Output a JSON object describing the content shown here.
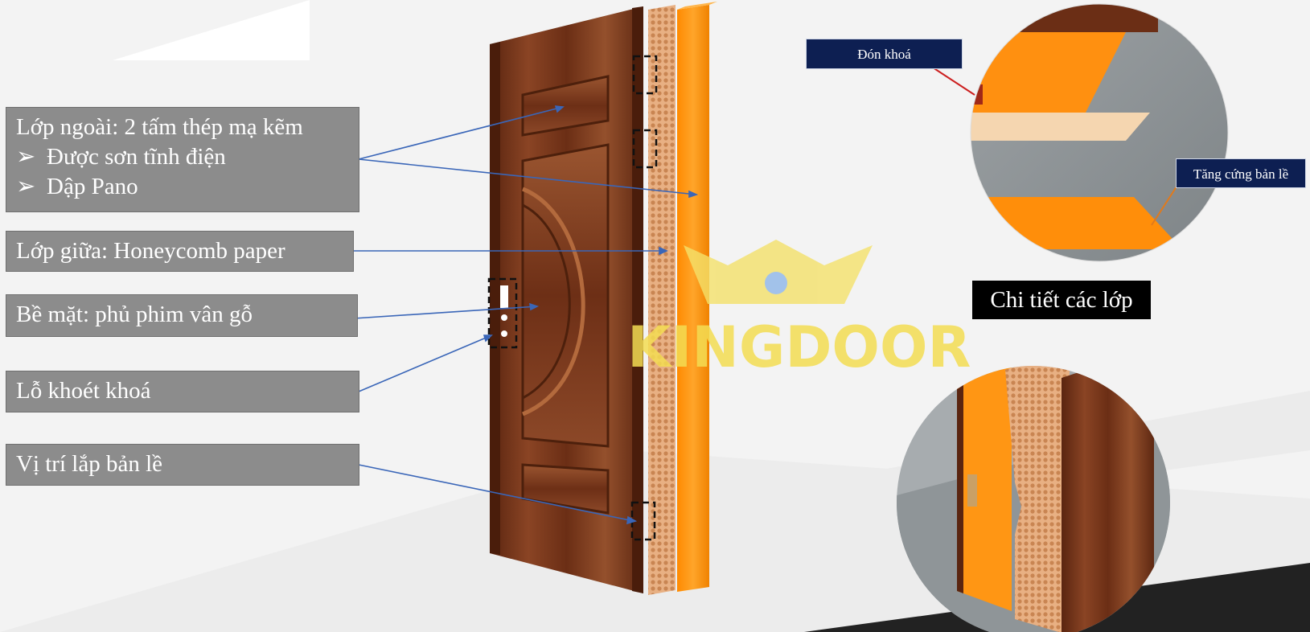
{
  "labels": {
    "outer_layer": {
      "heading": "Lớp ngoài:  2 tấm thép mạ kẽm",
      "bullet_1": "Được sơn tĩnh điện",
      "bullet_2": "Dập Pano",
      "bullet_symbol": "➢"
    },
    "middle_layer": "Lớp giữa: Honeycomb paper",
    "surface": "Bề mặt: phủ phim vân gỗ",
    "lock_hole": "Lỗ khoét khoá",
    "hinge_position": "Vị trí lắp bản lề"
  },
  "callouts": {
    "lock_strike": "Đón khoá",
    "hinge_reinforcement": "Tăng cứng bản lề"
  },
  "section_title": "Chi tiết các lớp",
  "watermark": {
    "text": "KINGDOOR",
    "icon": "crown-icon"
  },
  "colors": {
    "label_bg": "#8c8c8c",
    "leader_line": "#3a66b8",
    "door_wood": "#7a3a1c",
    "steel_orange": "#ff9d12",
    "honeycomb": "#e9b98c",
    "watermark": "#f4dd53",
    "callout_bg": "#0d1f52"
  }
}
